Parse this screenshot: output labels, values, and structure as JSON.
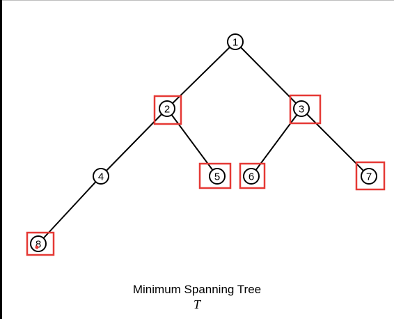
{
  "colors": {
    "edge": "#000000",
    "node_stroke": "#000000",
    "highlight": "#e53935",
    "dot": "#e53935"
  },
  "tree": {
    "nodes": [
      {
        "id": "1",
        "label": "1",
        "highlighted": false
      },
      {
        "id": "2",
        "label": "2",
        "highlighted": true
      },
      {
        "id": "3",
        "label": "3",
        "highlighted": true
      },
      {
        "id": "4",
        "label": "4",
        "highlighted": false
      },
      {
        "id": "5",
        "label": "5",
        "highlighted": true
      },
      {
        "id": "6",
        "label": "6",
        "highlighted": true
      },
      {
        "id": "7",
        "label": "7",
        "highlighted": true
      },
      {
        "id": "8",
        "label": "8",
        "highlighted": true
      }
    ],
    "edges": [
      {
        "from": "1",
        "to": "2"
      },
      {
        "from": "1",
        "to": "3"
      },
      {
        "from": "2",
        "to": "4"
      },
      {
        "from": "2",
        "to": "5"
      },
      {
        "from": "3",
        "to": "6"
      },
      {
        "from": "3",
        "to": "7"
      },
      {
        "from": "4",
        "to": "8"
      }
    ]
  },
  "caption": {
    "title": "Minimum Spanning Tree",
    "symbol": "T"
  }
}
